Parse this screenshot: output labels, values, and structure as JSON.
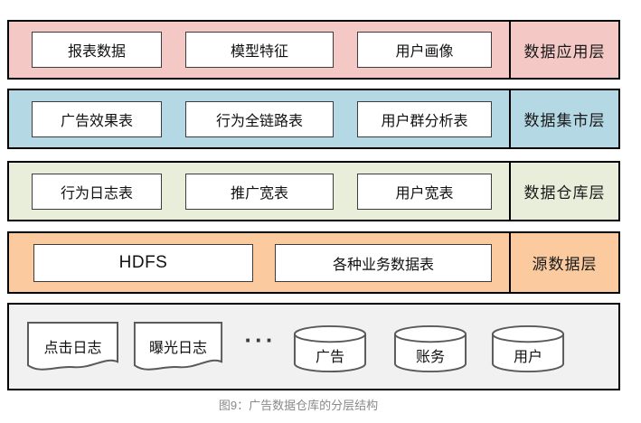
{
  "figure": {
    "caption": "图9：广告数据仓库的分层结构",
    "ellipsis": "···"
  },
  "layers": [
    {
      "label": "数据应用层",
      "bg": "#f3c8c5",
      "boxes": [
        "报表数据",
        "模型特征",
        "用户画像"
      ]
    },
    {
      "label": "数据集市层",
      "bg": "#b4d8e4",
      "boxes": [
        "广告效果表",
        "行为全链路表",
        "用户群分析表"
      ]
    },
    {
      "label": "数据仓库层",
      "bg": "#e9eedb",
      "boxes": [
        "行为日志表",
        "推广宽表",
        "用户宽表"
      ]
    },
    {
      "label": "源数据层",
      "bg": "#fbca9f",
      "boxes": [
        "HDFS",
        "各种业务数据表"
      ]
    }
  ],
  "source_row": {
    "bg": "#f1f1f1",
    "documents": [
      "点击日志",
      "曝光日志"
    ],
    "databases": [
      "广告",
      "账务",
      "用户"
    ]
  },
  "colors": {
    "layer_border": "#000000",
    "node_border": "#3d3d3d",
    "shape_stroke": "#595959",
    "caption_text": "#8a8a8a"
  }
}
